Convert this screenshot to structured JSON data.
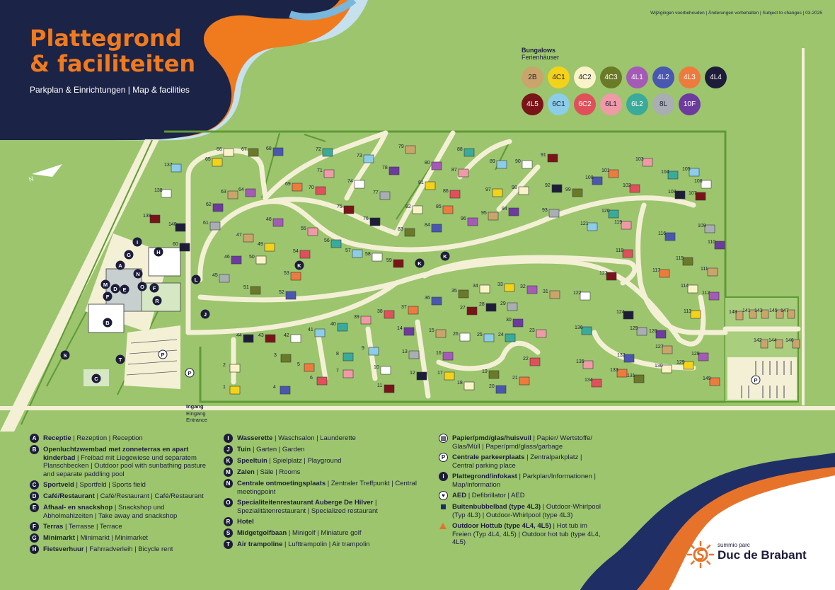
{
  "header": {
    "title_line1": "Plattegrond",
    "title_line2": "& faciliteiten",
    "subtitle": "Parkplan & Einrichtungen | Map & facilities",
    "disclaimer": "Wijzigingen voorbehouden | Änderungen vorbehalten | Subject to changes | 03-2025"
  },
  "colors": {
    "orange": "#f07a1e",
    "navy": "#1d1d3a",
    "grass": "#9cc56e",
    "path": "#f4f0d6",
    "hedge": "#5f9a35"
  },
  "bungalows": {
    "title": "Bungalows",
    "subtitle": "Ferienhäuser",
    "types": [
      {
        "code": "2B",
        "color": "#c9a56c"
      },
      {
        "code": "4C1",
        "color": "#f3d21a"
      },
      {
        "code": "4C2",
        "color": "#fbf3c8"
      },
      {
        "code": "4C3",
        "color": "#6a7a26"
      },
      {
        "code": "4L1",
        "color": "#a45bb6"
      },
      {
        "code": "4L2",
        "color": "#4957b0"
      },
      {
        "code": "4L3",
        "color": "#ee7b3e"
      },
      {
        "code": "4L4",
        "color": "#1d1d3a"
      },
      {
        "code": "4L5",
        "color": "#7a1418"
      },
      {
        "code": "6C1",
        "color": "#8ccde8"
      },
      {
        "code": "6C2",
        "color": "#e0505a"
      },
      {
        "code": "6L1",
        "color": "#f09aa8"
      },
      {
        "code": "6L2",
        "color": "#3aab9a"
      },
      {
        "code": "8L",
        "color": "#a8aeb2"
      },
      {
        "code": "10F",
        "color": "#6d3aa0"
      }
    ]
  },
  "map": {
    "entrance_label": "Ingang",
    "entrance_de": "Eingang",
    "entrance_en": "Entrance",
    "labels": [
      {
        "text": "137"
      },
      {
        "text": "138"
      },
      {
        "text": "139"
      },
      {
        "text": "140"
      },
      {
        "text": "65"
      },
      {
        "text": "66"
      },
      {
        "text": "67"
      },
      {
        "text": "68"
      },
      {
        "text": "72"
      },
      {
        "text": "73"
      },
      {
        "text": "79"
      },
      {
        "text": "80"
      },
      {
        "text": "88"
      },
      {
        "text": "89"
      },
      {
        "text": "90"
      },
      {
        "text": "91"
      },
      {
        "text": "103"
      },
      {
        "text": "104"
      },
      {
        "text": "105"
      },
      {
        "text": "106"
      },
      {
        "text": "107"
      },
      {
        "text": "108"
      },
      {
        "text": "109"
      },
      {
        "text": "110"
      },
      {
        "text": "111"
      },
      {
        "text": "112"
      },
      {
        "text": "113"
      },
      {
        "text": "114"
      },
      {
        "text": "115"
      },
      {
        "text": "116"
      },
      {
        "text": "117"
      },
      {
        "text": "118"
      },
      {
        "text": "119"
      },
      {
        "text": "120"
      },
      {
        "text": "121"
      },
      {
        "text": "122"
      },
      {
        "text": "123"
      },
      {
        "text": "124"
      },
      {
        "text": "125"
      },
      {
        "text": "126"
      },
      {
        "text": "127"
      },
      {
        "text": "128"
      },
      {
        "text": "129"
      },
      {
        "text": "130"
      },
      {
        "text": "131"
      },
      {
        "text": "132"
      },
      {
        "text": "133"
      },
      {
        "text": "134"
      },
      {
        "text": "135"
      },
      {
        "text": "136"
      },
      {
        "text": "141"
      },
      {
        "text": "142"
      },
      {
        "text": "143"
      },
      {
        "text": "144"
      },
      {
        "text": "145"
      },
      {
        "text": "146"
      },
      {
        "text": "147"
      },
      {
        "text": "148"
      },
      {
        "text": "149"
      },
      {
        "text": "1"
      },
      {
        "text": "2"
      },
      {
        "text": "3"
      },
      {
        "text": "4"
      },
      {
        "text": "5"
      },
      {
        "text": "6"
      },
      {
        "text": "7"
      },
      {
        "text": "8"
      },
      {
        "text": "9"
      },
      {
        "text": "10"
      },
      {
        "text": "11"
      },
      {
        "text": "12"
      },
      {
        "text": "13"
      },
      {
        "text": "14"
      },
      {
        "text": "15"
      },
      {
        "text": "16"
      },
      {
        "text": "17"
      },
      {
        "text": "18"
      },
      {
        "text": "19"
      },
      {
        "text": "20"
      },
      {
        "text": "21"
      },
      {
        "text": "22"
      },
      {
        "text": "23"
      },
      {
        "text": "24"
      },
      {
        "text": "25"
      },
      {
        "text": "26"
      },
      {
        "text": "27"
      },
      {
        "text": "28"
      },
      {
        "text": "29"
      },
      {
        "text": "30"
      },
      {
        "text": "31"
      },
      {
        "text": "32"
      },
      {
        "text": "33"
      },
      {
        "text": "34"
      },
      {
        "text": "35"
      },
      {
        "text": "36"
      },
      {
        "text": "37"
      },
      {
        "text": "38"
      },
      {
        "text": "39"
      },
      {
        "text": "40"
      },
      {
        "text": "41"
      },
      {
        "text": "42"
      },
      {
        "text": "43"
      },
      {
        "text": "44"
      },
      {
        "text": "45"
      },
      {
        "text": "46"
      },
      {
        "text": "47"
      },
      {
        "text": "48"
      },
      {
        "text": "49"
      },
      {
        "text": "50"
      },
      {
        "text": "51"
      },
      {
        "text": "52"
      },
      {
        "text": "53"
      },
      {
        "text": "54"
      },
      {
        "text": "55"
      },
      {
        "text": "56"
      },
      {
        "text": "57"
      },
      {
        "text": "58"
      },
      {
        "text": "59"
      },
      {
        "text": "60"
      },
      {
        "text": "61"
      },
      {
        "text": "62"
      },
      {
        "text": "63"
      },
      {
        "text": "64"
      },
      {
        "text": "69"
      },
      {
        "text": "70"
      },
      {
        "text": "71"
      },
      {
        "text": "74"
      },
      {
        "text": "75"
      },
      {
        "text": "76"
      },
      {
        "text": "77"
      },
      {
        "text": "78"
      },
      {
        "text": "81"
      },
      {
        "text": "82"
      },
      {
        "text": "83"
      },
      {
        "text": "84"
      },
      {
        "text": "85"
      },
      {
        "text": "86"
      },
      {
        "text": "87"
      },
      {
        "text": "92"
      },
      {
        "text": "93"
      },
      {
        "text": "94"
      },
      {
        "text": "95"
      },
      {
        "text": "96"
      },
      {
        "text": "97"
      },
      {
        "text": "98"
      },
      {
        "text": "99"
      },
      {
        "text": "100"
      },
      {
        "text": "101"
      },
      {
        "text": "102"
      }
    ],
    "facility_markers": [
      "I",
      "H",
      "G",
      "A",
      "N",
      "M",
      "D",
      "E",
      "O",
      "F",
      "R",
      "F",
      "B",
      "C",
      "S",
      "T",
      "J",
      "K",
      "K",
      "K",
      "L",
      "P",
      "P",
      "P"
    ]
  },
  "legend": {
    "col1": [
      {
        "badge": "A",
        "bold": "Receptie",
        "rest": " | Rezeption | Reception"
      },
      {
        "badge": "B",
        "bold": "Openluchtzwembad met zonneterras en apart kinderbad",
        "rest": " | Freibad mit Liegewiese und separatem Planschbecken | Outdoor pool with sunbathing pasture and separate paddling pool"
      },
      {
        "badge": "C",
        "bold": "Sportveld",
        "rest": " | Sportfeld | Sports field"
      },
      {
        "badge": "D",
        "bold": "Café/Restaurant",
        "rest": " | Café/Restaurant | Café/Restaurant"
      },
      {
        "badge": "E",
        "bold": "Afhaal- en snackshop",
        "rest": " | Snackshop und Abholmahlzeiten | Take away and snackshop"
      },
      {
        "badge": "F",
        "bold": "Terras",
        "rest": " | Terrasse | Terrace"
      },
      {
        "badge": "G",
        "bold": "Minimarkt",
        "rest": " | Minimarkt | Minimarket"
      },
      {
        "badge": "H",
        "bold": "Fietsverhuur",
        "rest": " | Fahrradverleih | Bicycle rent"
      }
    ],
    "col2": [
      {
        "badge": "I",
        "bold": "Wasserette",
        "rest": " | Waschsalon | Launderette"
      },
      {
        "badge": "J",
        "bold": "Tuin",
        "rest": " | Garten | Garden"
      },
      {
        "badge": "K",
        "bold": "Speeltuin",
        "rest": " | Spielplatz | Playground"
      },
      {
        "badge": "M",
        "bold": "Zalen",
        "rest": " | Säle | Rooms"
      },
      {
        "badge": "N",
        "bold": "Centrale ontmoetingsplaats",
        "rest": " | Zentraler Treffpunkt | Central meetingpoint"
      },
      {
        "badge": "O",
        "bold": "Specialiteitenrestaurant Auberge De Hilver",
        "rest": " | Spezialitätenrestaurant | Specialized restaurant"
      },
      {
        "badge": "R",
        "bold": "Hotel",
        "rest": ""
      },
      {
        "badge": "S",
        "bold": "Midgetgolfbaan",
        "rest": " | Minigolf | Miniature golf"
      },
      {
        "badge": "T",
        "bold": "Air trampoline",
        "rest": " | Lufttrampolin | Air trampolin"
      }
    ],
    "col3": [
      {
        "badge": "▥",
        "style": "outline",
        "bold": "Papier/pmd/glas/huisvuil",
        "rest": " | Papier/ Wertstoffe/ Glas/Müll | Paper/pmd/glass/garbage"
      },
      {
        "badge": "P",
        "style": "outline",
        "bold": "Centrale parkeerplaats",
        "rest": " | Zentralparkplatz | Central parking place"
      },
      {
        "badge": "i",
        "bold": "Plattegrond/infokast",
        "rest": " | Parkplan/Informationen | Map/information"
      },
      {
        "badge": "♥",
        "style": "outline",
        "bold": "AED",
        "rest": " | Defibrillator | AED"
      },
      {
        "badge": "",
        "style": "square",
        "bold": "Buitenbubbelbad (type 4L3)",
        "rest": " | Outdoor-Whirlpool (Typ 4L3) | Outdoor-Whirlpool (type 4L3)"
      },
      {
        "badge": "",
        "style": "tri",
        "bold": "Outdoor Hottub (type 4L4, 4L5)",
        "rest": " | Hot tub im Freien (Typ 4L4, 4L5) | Outdoor hot tub (type 4L4, 4L5)"
      }
    ]
  },
  "brand": {
    "small": "summio parc",
    "name": "Duc de Brabant",
    "logo_icon": "sun-logo-icon"
  }
}
